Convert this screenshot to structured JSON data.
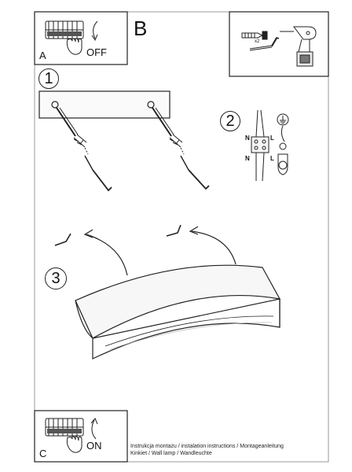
{
  "panels": {
    "a": {
      "letter": "A",
      "label": "OFF"
    },
    "b": {
      "letter": "B",
      "multiplier": "x2"
    },
    "c": {
      "letter": "C",
      "label": "ON"
    }
  },
  "steps": {
    "one": "1",
    "two": "2",
    "three": "3"
  },
  "wiring": {
    "n_top": "N",
    "l_top": "L",
    "n_bottom": "N",
    "l_bottom": "L"
  },
  "footer": {
    "line1": "Instrukcja montażu / instalation instructions / Montageanleitung",
    "line2": "Kinkiet / Wall lamp / Wandleuchte"
  }
}
